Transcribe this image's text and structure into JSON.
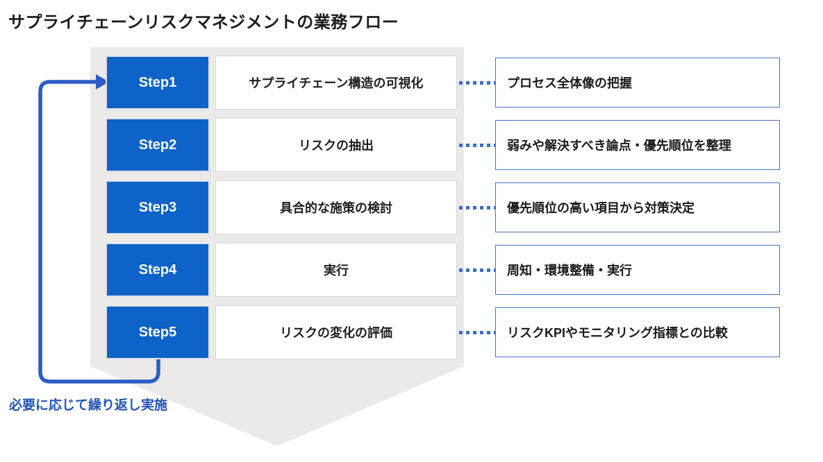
{
  "title": "サプライチェーンリスクマネジメントの業務フロー",
  "loop_label": "必要に応じて繰り返し実施",
  "colors": {
    "step_blue": "#0d63c7",
    "arrow_blue": "#2b5cc4",
    "note_border_blue": "#4472c4",
    "dot_blue": "#3e6bcc",
    "pentagon_gray": "#ece9e9",
    "loop_label_blue": "#2153b8"
  },
  "steps": [
    {
      "step": "Step1",
      "process": "サプライチェーン構造の可視化",
      "note": "プロセス全体像の把握"
    },
    {
      "step": "Step2",
      "process": "リスクの抽出",
      "note": "弱みや解決すべき論点・優先順位を整理"
    },
    {
      "step": "Step3",
      "process": "具合的な施策の検討",
      "note": "優先順位の高い項目から対策決定"
    },
    {
      "step": "Step4",
      "process": "実行",
      "note": "周知・環境整備・実行"
    },
    {
      "step": "Step5",
      "process": "リスクの変化の評価",
      "note": "リスクKPIやモニタリング指標との比較"
    }
  ]
}
